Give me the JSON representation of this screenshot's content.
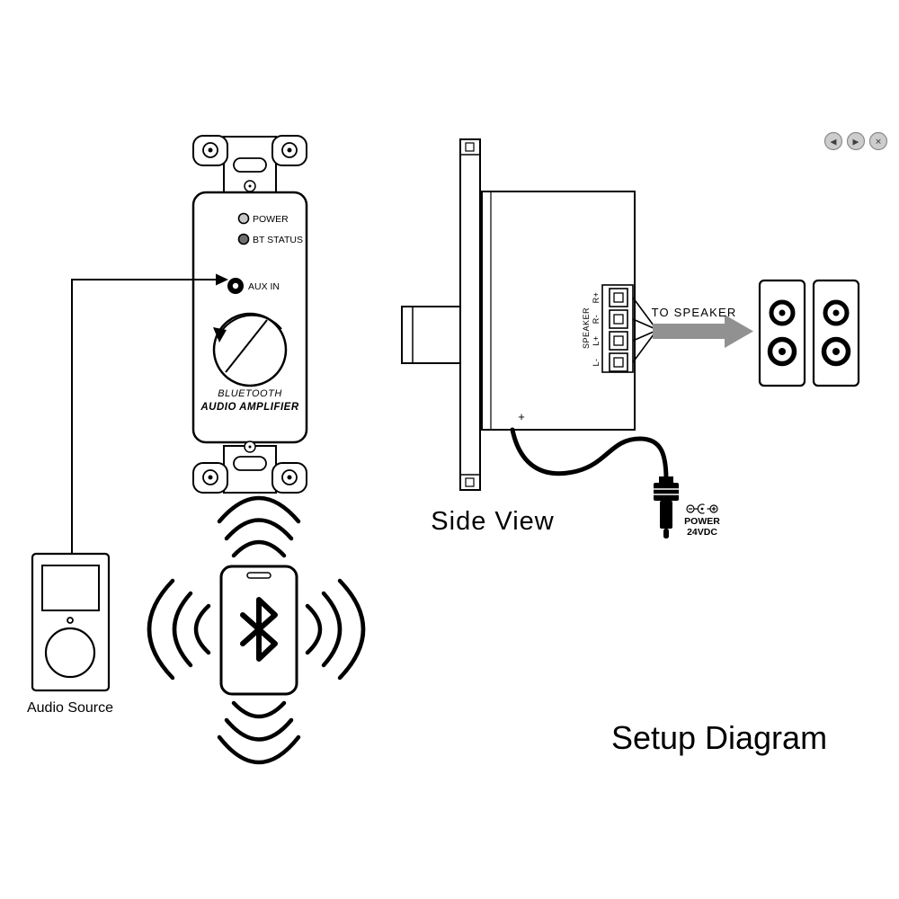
{
  "page": {
    "title": "Setup Diagram",
    "background": "#ffffff"
  },
  "front_view": {
    "power_led_label": "POWER",
    "bt_status_led_label": "BT STATUS",
    "aux_in_label": "AUX IN",
    "brand_line1": "BLUETOOTH",
    "brand_line2": "AUDIO AMPLIFIER"
  },
  "side_view": {
    "caption": "Side View",
    "speaker_group_label": "SPEAKER",
    "pins": [
      "R+",
      "R-",
      "L+",
      "L-"
    ],
    "to_speaker_label": "TO SPEAKER",
    "wire_polarity": "+",
    "power_label": "POWER",
    "voltage_label": "24VDC"
  },
  "audio_source": {
    "caption": "Audio Source"
  },
  "gallery_controls": {
    "prev_icon": "◀",
    "next_icon": "▶",
    "close_icon": "✕"
  },
  "colors": {
    "line": "#000000",
    "arrow_gray": "#919191",
    "background": "#ffffff"
  }
}
